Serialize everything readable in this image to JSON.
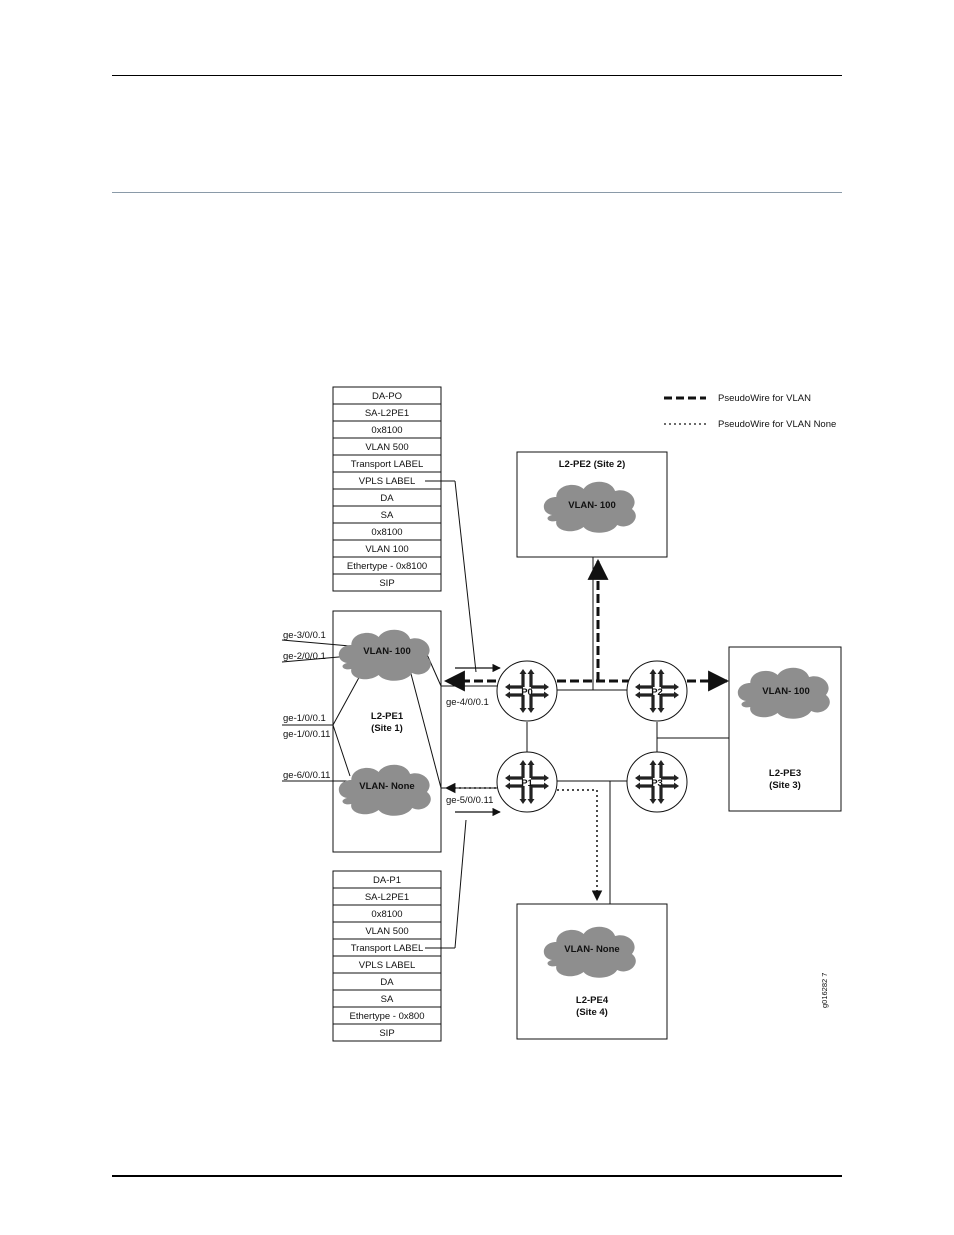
{
  "legend": {
    "vlan": "PseudoWire for VLAN",
    "vlan_none": "PseudoWire for VLAN None"
  },
  "header_stack_top": [
    "DA-PO",
    "SA-L2PE1",
    "0x8100",
    "VLAN 500",
    "Transport LABEL",
    "VPLS LABEL",
    "DA",
    "SA",
    "0x8100",
    "VLAN 100",
    "Ethertype - 0x8100",
    "SIP"
  ],
  "header_stack_bottom": [
    "DA-P1",
    "SA-L2PE1",
    "0x8100",
    "VLAN 500",
    "Transport LABEL",
    "VPLS LABEL",
    "DA",
    "SA",
    "Ethertype - 0x800",
    "SIP"
  ],
  "sites": {
    "pe1": {
      "name": "L2-PE1",
      "site": "(Site 1)"
    },
    "pe2": {
      "title": "L2-PE2 (Site 2)"
    },
    "pe3": {
      "name": "L2-PE3",
      "site": "(Site 3)"
    },
    "pe4": {
      "name": "L2-PE4",
      "site": "(Site 4)"
    }
  },
  "clouds": {
    "pe1_vlan": "VLAN- 100",
    "pe1_none": "VLAN- None",
    "pe2_vlan": "VLAN- 100",
    "pe3_vlan": "VLAN- 100",
    "pe4_none": "VLAN- None"
  },
  "routers": {
    "p0": "P0",
    "p1": "P1",
    "p2": "P2",
    "p3": "P3"
  },
  "interfaces": {
    "ge3": "ge-3/0/0.1",
    "ge2": "ge-2/0/0.1",
    "ge1a": "ge-1/0/0.1",
    "ge1b": "ge-1/0/0.11",
    "ge6": "ge-6/0/0.11",
    "ge4": "ge-4/0/0.1",
    "ge5": "ge-5/0/0.11"
  },
  "figure_id": "g016282 7"
}
